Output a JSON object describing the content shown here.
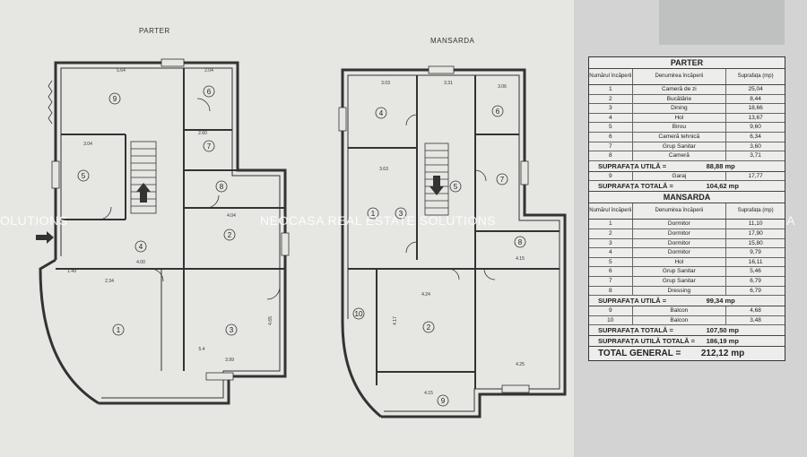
{
  "floors": {
    "parter_title": "PARTER",
    "mansarda_title": "MANSARDA"
  },
  "watermark": {
    "text": "NEOCASA REAL ESTATE SOLUTIONS",
    "left_fragment": "OLUTIONS",
    "right_fragment": "NEOCASA"
  },
  "plan_labels": {
    "parter_rooms": [
      "9",
      "6",
      "7",
      "8",
      "5",
      "2",
      "4",
      "1",
      "3"
    ],
    "mansarda_rooms": [
      "4",
      "3",
      "6",
      "5",
      "7",
      "1",
      "8",
      "2",
      "10",
      "9"
    ],
    "parter_dims": [
      "5.64",
      "2.04",
      "3.04",
      "2.60",
      "4.04",
      "2.34",
      "4.00",
      "1.49",
      "3.99",
      "4.65",
      "5.4"
    ],
    "mansarda_dims": [
      "3.03",
      "3.31",
      "3.06",
      "3.63",
      "4.24",
      "4.25",
      "4.15",
      "4.15",
      "4.17"
    ]
  },
  "schedule": {
    "parter": {
      "title": "PARTER",
      "col_num": "Numărul încăperii",
      "col_name": "Denumirea încăperii",
      "col_area": "Suprafața (mp)",
      "rows": [
        {
          "n": "1",
          "name": "Cameră de zi",
          "area": "25,04"
        },
        {
          "n": "2",
          "name": "Bucătărie",
          "area": "8,44"
        },
        {
          "n": "3",
          "name": "Dining",
          "area": "18,66"
        },
        {
          "n": "4",
          "name": "Hol",
          "area": "13,67"
        },
        {
          "n": "5",
          "name": "Birou",
          "area": "9,60"
        },
        {
          "n": "6",
          "name": "Cameră tehnică",
          "area": "6,34"
        },
        {
          "n": "7",
          "name": "Grup Sanitar",
          "area": "3,60"
        },
        {
          "n": "8",
          "name": "Cameră",
          "area": "3,71"
        }
      ],
      "total_util_label": "SUPRAFAȚA UTILĂ =",
      "total_util_value": "88,88 mp",
      "garage": {
        "n": "9",
        "name": "Garaj",
        "area": "17,77"
      },
      "total_label": "SUPRAFAȚA TOTALĂ =",
      "total_value": "104,62 mp"
    },
    "mansarda": {
      "title": "MANSARDA",
      "col_num": "Numărul încăperii",
      "col_name": "Denumirea încăperii",
      "col_area": "Suprafața (mp)",
      "rows": [
        {
          "n": "1",
          "name": "Dormitor",
          "area": "11,10"
        },
        {
          "n": "2",
          "name": "Dormitor",
          "area": "17,90"
        },
        {
          "n": "3",
          "name": "Dormitor",
          "area": "15,80"
        },
        {
          "n": "4",
          "name": "Dormitor",
          "area": "9,79"
        },
        {
          "n": "5",
          "name": "Hol",
          "area": "16,11"
        },
        {
          "n": "6",
          "name": "Grup Sanitar",
          "area": "5,46"
        },
        {
          "n": "7",
          "name": "Grup Sanitar",
          "area": "6,79"
        },
        {
          "n": "8",
          "name": "Dressing",
          "area": "6,79"
        }
      ],
      "total_util_label": "SUPRAFAȚA UTILĂ =",
      "total_util_value": "99,34 mp",
      "balcony": [
        {
          "n": "9",
          "name": "Balcon",
          "area": "4,68"
        },
        {
          "n": "10",
          "name": "Balcon",
          "area": "3,48"
        }
      ],
      "total_label": "SUPRAFAȚA TOTALĂ =",
      "total_value": "107,50 mp"
    },
    "total_util_label": "SUPRAFAȚA UTILĂ TOTALĂ =",
    "total_util_value": "186,19 mp",
    "grand_label": "TOTAL GENERAL =",
    "grand_value": "212,12 mp"
  }
}
